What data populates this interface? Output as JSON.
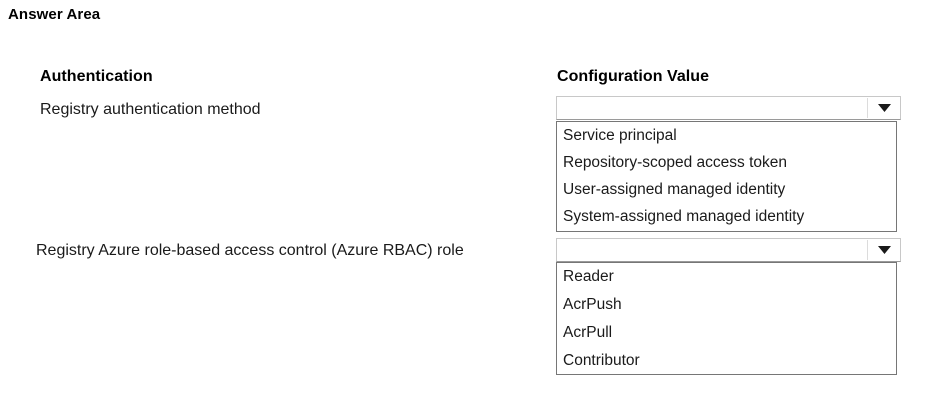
{
  "page": {
    "title": "Answer Area"
  },
  "table": {
    "headers": {
      "left": "Authentication",
      "right": "Configuration Value"
    },
    "rows": [
      {
        "label": "Registry authentication method",
        "dropdown": {
          "value": "",
          "placeholder": "",
          "expanded": true,
          "options": [
            "Service principal",
            "Repository-scoped access token",
            "User-assigned managed identity",
            "System-assigned managed identity"
          ]
        }
      },
      {
        "label": "Registry Azure role-based access control (Azure RBAC) role",
        "dropdown": {
          "value": "",
          "placeholder": "",
          "expanded": true,
          "options": [
            "Reader",
            "AcrPush",
            "AcrPull",
            "Contributor"
          ]
        }
      }
    ]
  },
  "icons": {
    "chevron_down": "chevron-down-icon"
  },
  "colors": {
    "background": "#ffffff",
    "text": "#1a1a1a",
    "heading": "#000000",
    "list_border": "#767676",
    "control_border": "#c8c8c8",
    "divider": "#dcdcdc"
  }
}
